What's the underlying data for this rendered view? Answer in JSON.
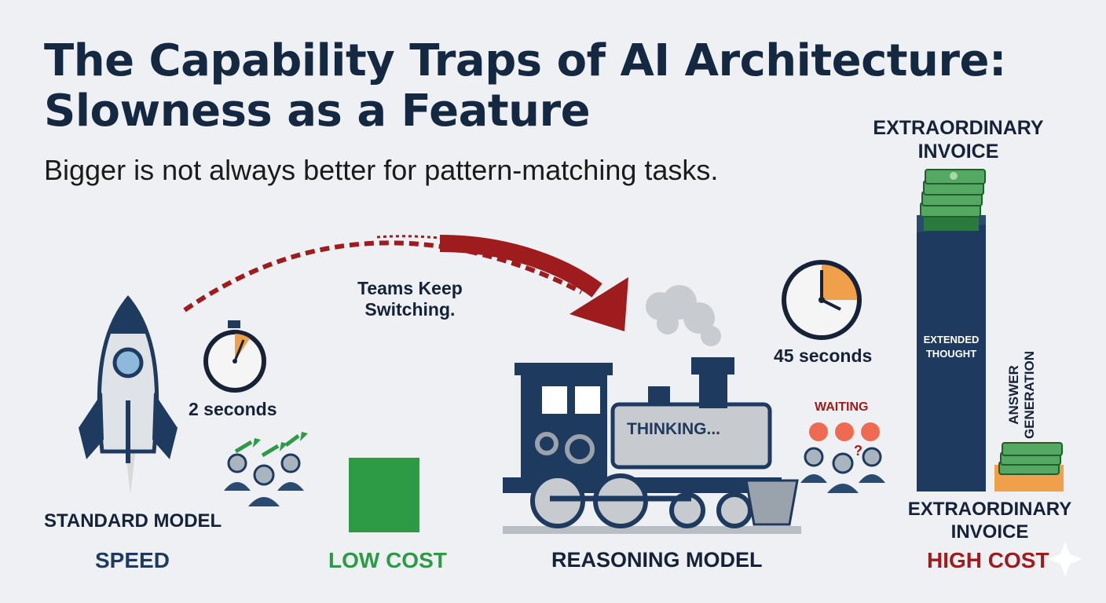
{
  "header": {
    "title_line1": "The Capability Traps of AI Architecture:",
    "title_line2": "Slowness as a Feature",
    "subtitle": "Bigger is not always better for pattern-matching tasks."
  },
  "standard": {
    "time": "2 seconds",
    "model_label": "STANDARD MODEL",
    "speed_label": "SPEED",
    "cost_label": "LOW COST"
  },
  "switch": {
    "line1": "Teams Keep",
    "line2": "Switching."
  },
  "reasoning": {
    "engine_text": "THINKING...",
    "time": "45 seconds",
    "waiting_label": "WAITING",
    "model_label": "REASONING MODEL"
  },
  "cost_chart": {
    "top_label_line1": "EXTRAORDINARY",
    "top_label_line2": "INVOICE",
    "bar_label_line1": "EXTENDED",
    "bar_label_line2": "THOUGHT",
    "side_label_line1": "ANSWER",
    "side_label_line2": "GENERATION",
    "bottom_label_line1": "EXTRAORDINARY",
    "bottom_label_line2": "INVOICE",
    "cost_label": "HIGH COST"
  },
  "colors": {
    "navy": "#1f3a5f",
    "red": "#9e1b1e",
    "green": "#2d9a45",
    "orange": "#f0a04b"
  }
}
